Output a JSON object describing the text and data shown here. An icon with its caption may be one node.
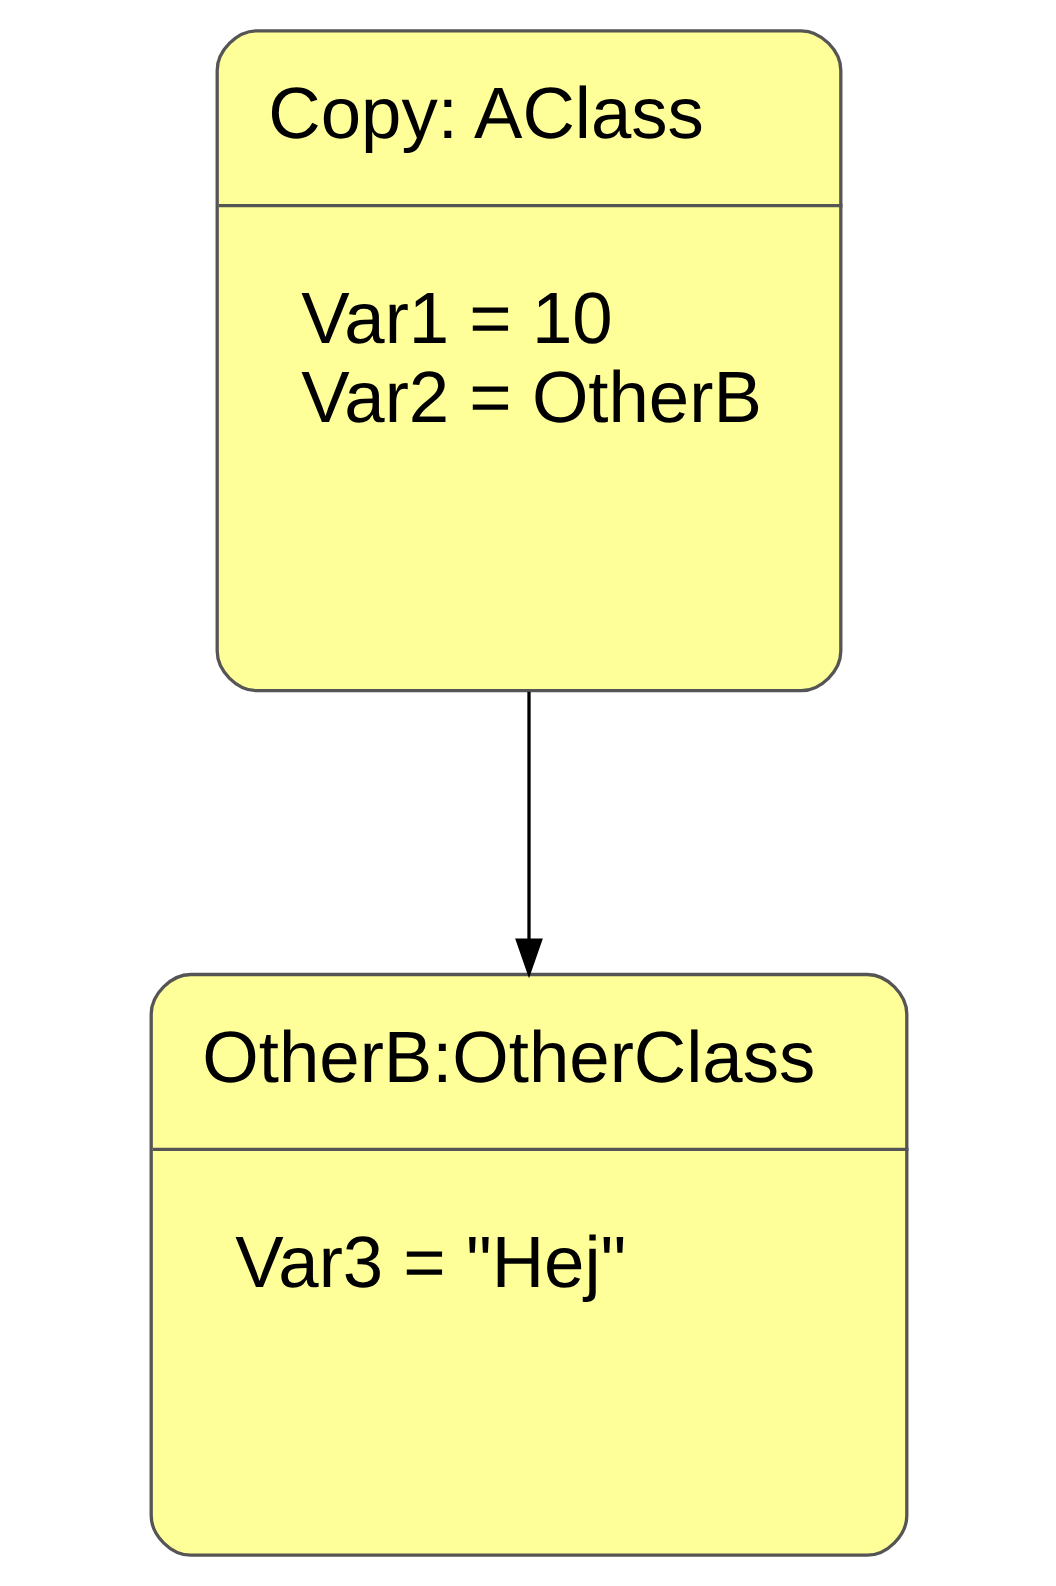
{
  "diagram": {
    "nodes": [
      {
        "text": [
          "Copy: AClass",
          "Var1 = 10",
          "Var2 = OtherB"
        ]
      },
      {
        "text": [
          "OtherB:OtherClass",
          "Var3 = \"Hej\""
        ]
      }
    ],
    "edges": [
      {
        "from": 0,
        "to": 1,
        "arrow": "to"
      }
    ]
  }
}
